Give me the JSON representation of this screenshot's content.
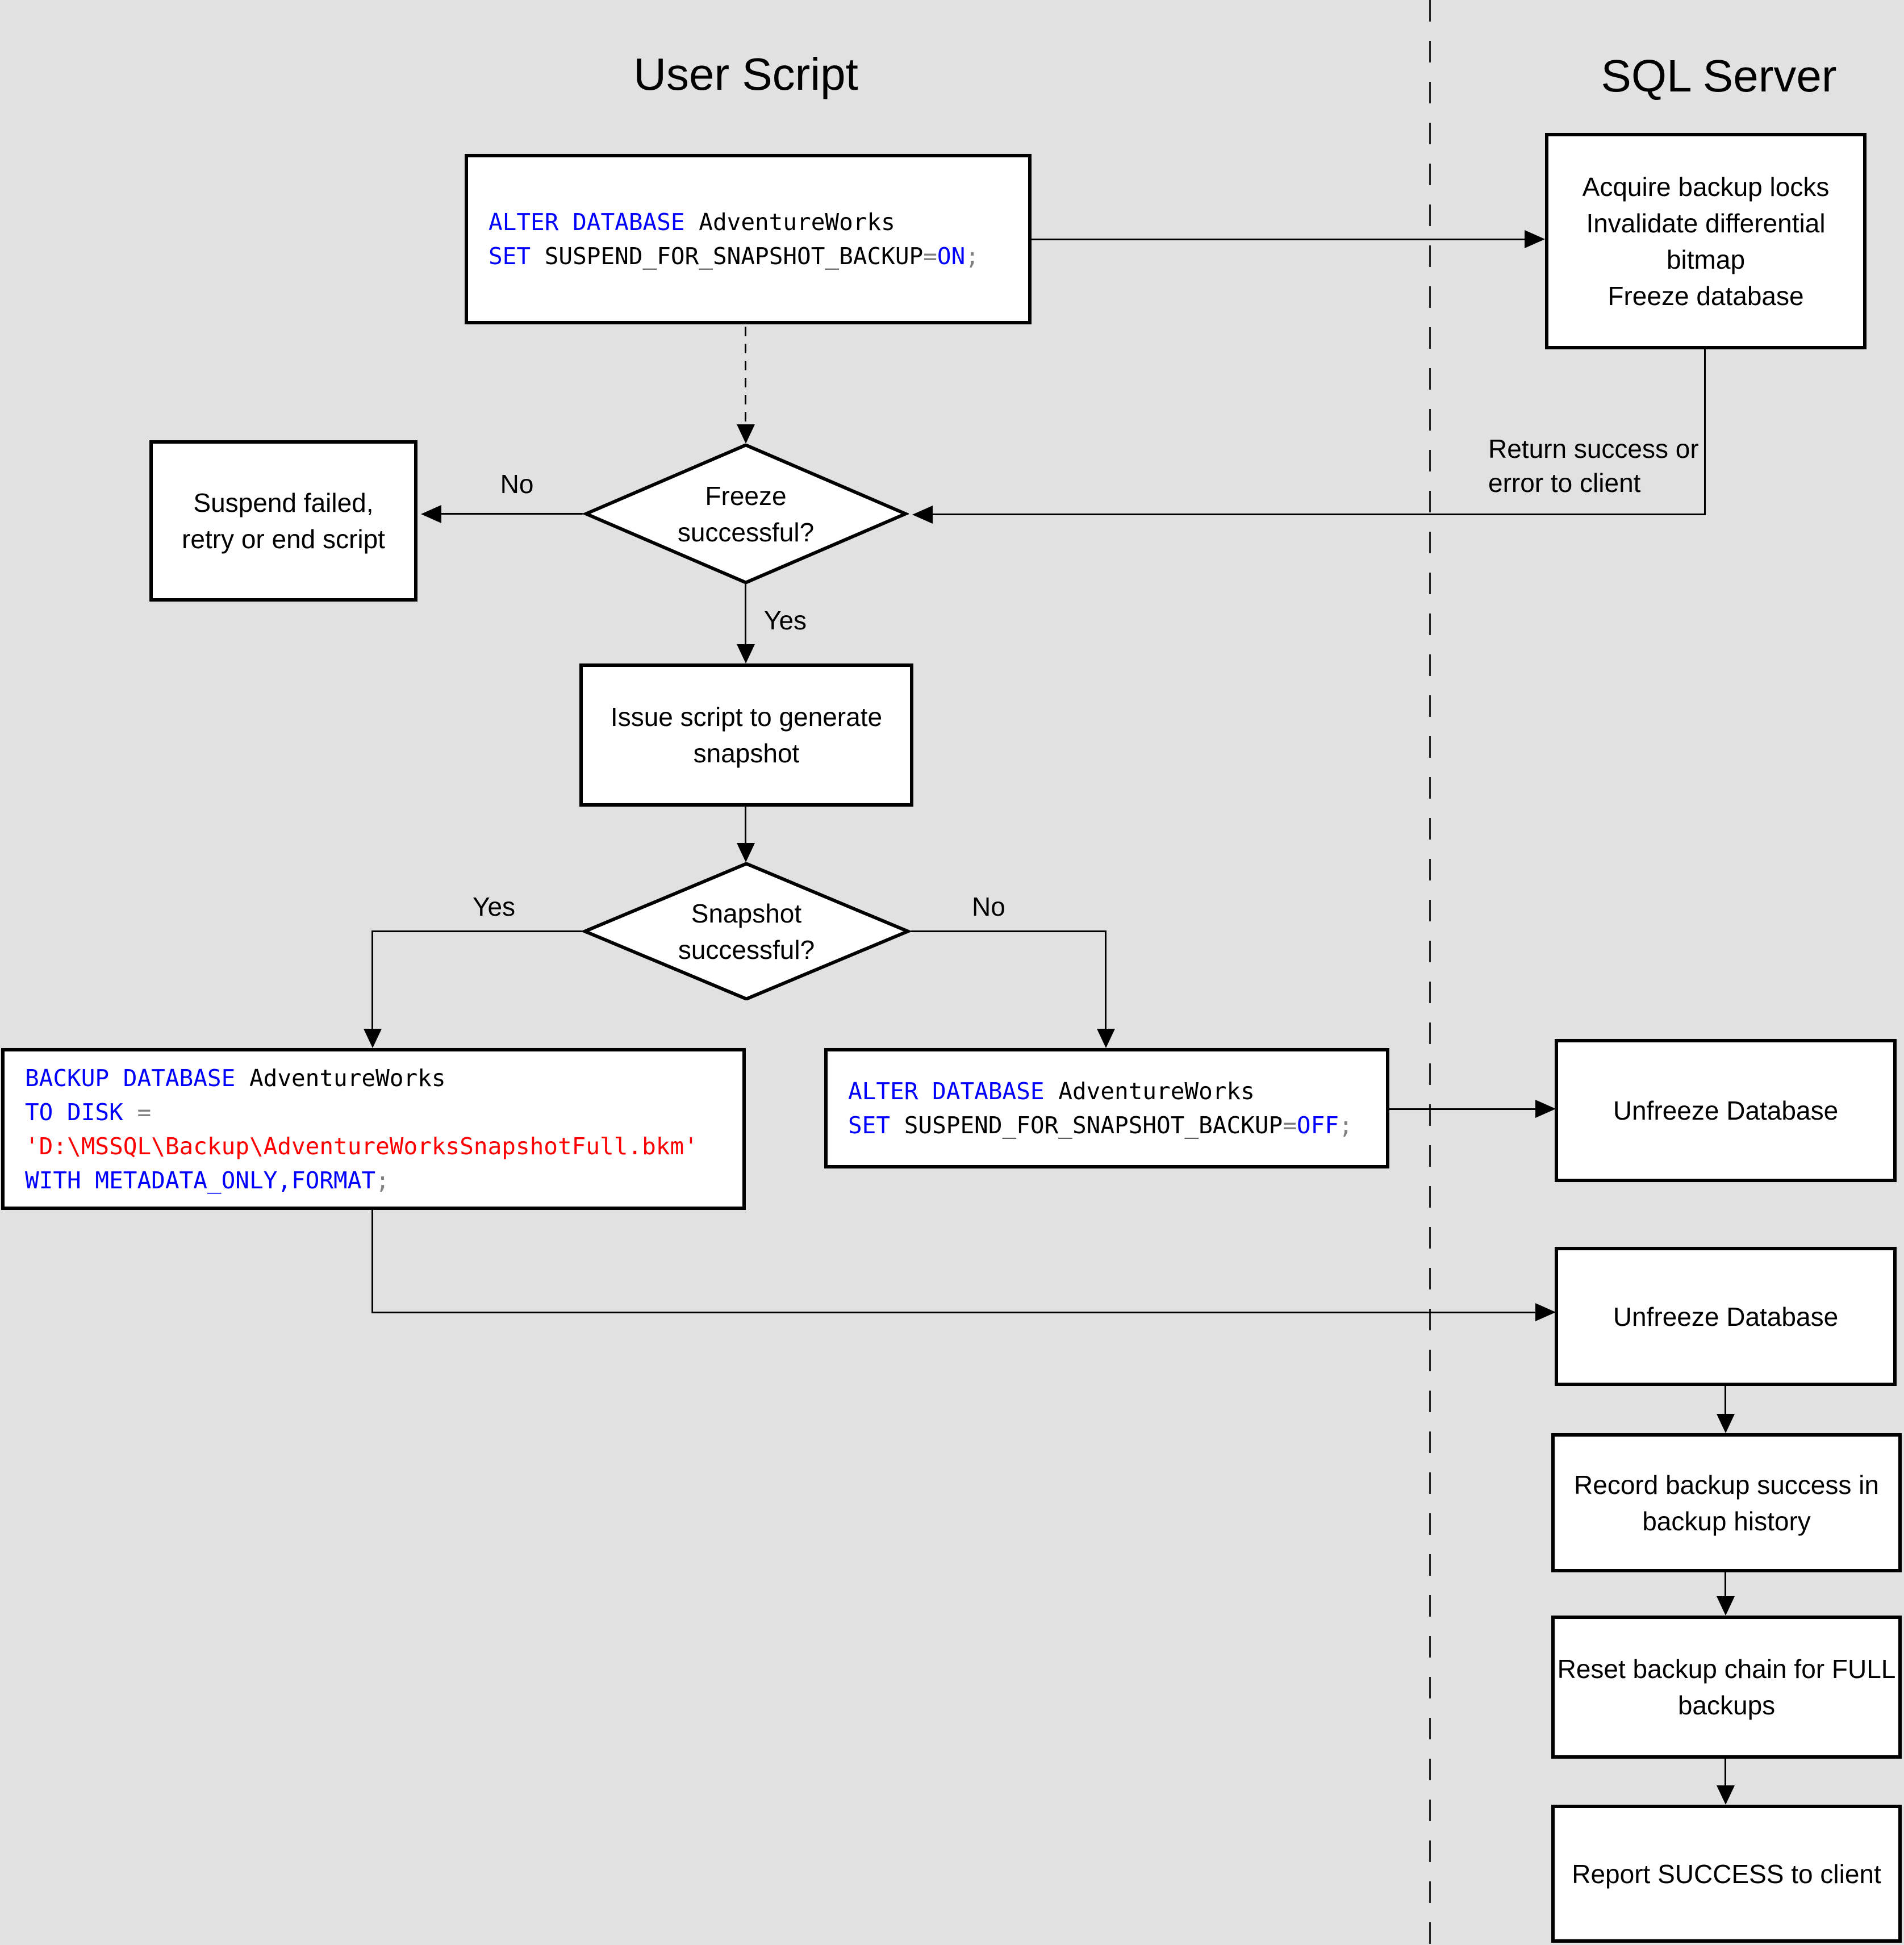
{
  "titles": {
    "left": "User Script",
    "right": "SQL Server"
  },
  "palette": {
    "background": "#E1E1E1",
    "box_fill": "#FFFFFF",
    "line_color": "#000000",
    "sql_keyword": "#0000FF",
    "sql_string": "#FF0000",
    "sql_operator": "#808080",
    "sql_identifier": "#000000"
  },
  "labels": {
    "freeze_no": "No",
    "freeze_yes": "Yes",
    "snapshot_yes": "Yes",
    "snapshot_no": "No",
    "return_line1": "Return success or",
    "return_line2": "error to client"
  },
  "nodes": {
    "alter_on": {
      "code": [
        [
          {
            "t": "ALTER DATABASE",
            "c": "kw"
          },
          {
            "t": " AdventureWorks",
            "c": "idn"
          }
        ],
        [
          {
            "t": "SET",
            "c": "kw"
          },
          {
            "t": " SUSPEND_FOR_SNAPSHOT_BACKUP",
            "c": "idn"
          },
          {
            "t": "=",
            "c": "op"
          },
          {
            "t": "ON",
            "c": "kw"
          },
          {
            "t": ";",
            "c": "op"
          }
        ]
      ]
    },
    "acquire": {
      "lines": [
        "Acquire backup locks",
        "Invalidate differential",
        "bitmap",
        "Freeze database"
      ]
    },
    "freeze_q": {
      "lines": [
        "Freeze",
        "successful?"
      ]
    },
    "suspend": {
      "lines": [
        "Suspend failed,",
        "retry or end script"
      ]
    },
    "issue": {
      "lines": [
        "Issue script to generate",
        "snapshot"
      ]
    },
    "snapshot_q": {
      "lines": [
        "Snapshot",
        "successful?"
      ]
    },
    "backup": {
      "code": [
        [
          {
            "t": "BACKUP DATABASE",
            "c": "kw"
          },
          {
            "t": " AdventureWorks",
            "c": "idn"
          }
        ],
        [
          {
            "t": "TO DISK",
            "c": "kw"
          },
          {
            "t": " ",
            "c": "idn"
          },
          {
            "t": "=",
            "c": "op"
          }
        ],
        [
          {
            "t": "'D:\\MSSQL\\Backup\\AdventureWorksSnapshotFull.bkm'",
            "c": "strl"
          }
        ],
        [
          {
            "t": "WITH METADATA_ONLY,FORMAT",
            "c": "kw"
          },
          {
            "t": ";",
            "c": "op"
          }
        ]
      ]
    },
    "alter_off": {
      "code": [
        [
          {
            "t": "ALTER DATABASE",
            "c": "kw"
          },
          {
            "t": " AdventureWorks",
            "c": "idn"
          }
        ],
        [
          {
            "t": "SET",
            "c": "kw"
          },
          {
            "t": " SUSPEND_FOR_SNAPSHOT_BACKUP",
            "c": "idn"
          },
          {
            "t": "=",
            "c": "op"
          },
          {
            "t": "OFF",
            "c": "kw"
          },
          {
            "t": ";",
            "c": "op"
          }
        ]
      ]
    },
    "unfreeze1": {
      "lines": [
        "Unfreeze Database"
      ]
    },
    "unfreeze2": {
      "lines": [
        "Unfreeze Database"
      ]
    },
    "record": {
      "lines": [
        "Record backup success in",
        "backup history"
      ]
    },
    "reset": {
      "lines": [
        "Reset backup chain for FULL",
        "backups"
      ]
    },
    "report": {
      "lines": [
        "Report SUCCESS to client"
      ]
    }
  }
}
